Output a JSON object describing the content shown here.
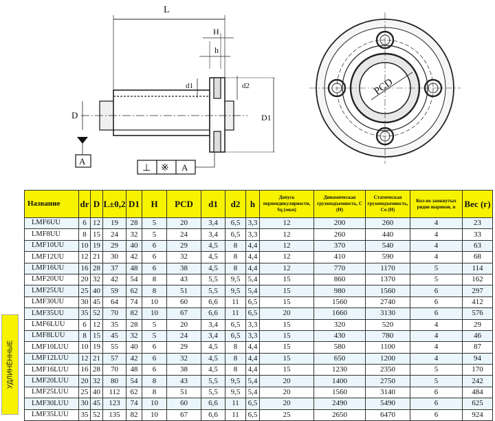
{
  "drawing": {
    "dim_L": "L",
    "dim_H": "H",
    "dim_h": "h",
    "dim_d1": "d1",
    "dim_d2": "d2",
    "dim_D": "D",
    "dim_D1": "D1",
    "pcd_label": "PCD",
    "datum_A": "A",
    "tolerance_perp": "⊥",
    "tolerance_mark": "※",
    "tolerance_datum": "A"
  },
  "side_label": "УДЛИНЁННЫЕ",
  "table": {
    "headers": [
      "Название",
      "dr",
      "D",
      "L±0,2",
      "D1",
      "H",
      "PCD",
      "d1",
      "d2",
      "h",
      "Допуск перпендикулярности, Sq (мкм)",
      "Динамическая грузоподъемность, C (H)",
      "Статическая грузоподъемность, Co (H)",
      "Кол-во замкнутых рядов шариков, n",
      "Вес (г)"
    ],
    "rows": [
      [
        "LMF6UU",
        "6",
        "12",
        "19",
        "28",
        "5",
        "20",
        "3,4",
        "6,5",
        "3,3",
        "12",
        "200",
        "260",
        "4",
        "23"
      ],
      [
        "LMF8UU",
        "8",
        "15",
        "24",
        "32",
        "5",
        "24",
        "3,4",
        "6,5",
        "3,3",
        "12",
        "260",
        "440",
        "4",
        "33"
      ],
      [
        "LMF10UU",
        "10",
        "19",
        "29",
        "40",
        "6",
        "29",
        "4,5",
        "8",
        "4,4",
        "12",
        "370",
        "540",
        "4",
        "63"
      ],
      [
        "LMF12UU",
        "12",
        "21",
        "30",
        "42",
        "6",
        "32",
        "4,5",
        "8",
        "4,4",
        "12",
        "410",
        "590",
        "4",
        "68"
      ],
      [
        "LMF16UU",
        "16",
        "28",
        "37",
        "48",
        "6",
        "38",
        "4,5",
        "8",
        "4,4",
        "12",
        "770",
        "1170",
        "5",
        "114"
      ],
      [
        "LMF20UU",
        "20",
        "32",
        "42",
        "54",
        "8",
        "43",
        "5,5",
        "9,5",
        "5,4",
        "15",
        "860",
        "1370",
        "5",
        "162"
      ],
      [
        "LMF25UU",
        "25",
        "40",
        "59",
        "62",
        "8",
        "51",
        "5,5",
        "9,5",
        "5,4",
        "15",
        "980",
        "1560",
        "6",
        "297"
      ],
      [
        "LMF30UU",
        "30",
        "45",
        "64",
        "74",
        "10",
        "60",
        "6,6",
        "11",
        "6,5",
        "15",
        "1560",
        "2740",
        "6",
        "412"
      ],
      [
        "LMF35UU",
        "35",
        "52",
        "70",
        "82",
        "10",
        "67",
        "6,6",
        "11",
        "6,5",
        "20",
        "1660",
        "3130",
        "6",
        "576"
      ],
      [
        "LMF6LUU",
        "6",
        "12",
        "35",
        "28",
        "5",
        "20",
        "3,4",
        "6,5",
        "3,3",
        "15",
        "320",
        "520",
        "4",
        "29"
      ],
      [
        "LMF8LUU",
        "8",
        "15",
        "45",
        "32",
        "5",
        "24",
        "3,4",
        "6,5",
        "3,3",
        "15",
        "430",
        "780",
        "4",
        "46"
      ],
      [
        "LMF10LUU",
        "10",
        "19",
        "55",
        "40",
        "6",
        "29",
        "4,5",
        "8",
        "4,4",
        "15",
        "580",
        "1100",
        "4",
        "87"
      ],
      [
        "LMF12LUU",
        "12",
        "21",
        "57",
        "42",
        "6",
        "32",
        "4,5",
        "8",
        "4,4",
        "15",
        "650",
        "1200",
        "4",
        "94"
      ],
      [
        "LMF16LUU",
        "16",
        "28",
        "70",
        "48",
        "6",
        "38",
        "4,5",
        "8",
        "4,4",
        "15",
        "1230",
        "2350",
        "5",
        "170"
      ],
      [
        "LMF20LUU",
        "20",
        "32",
        "80",
        "54",
        "8",
        "43",
        "5,5",
        "9,5",
        "5,4",
        "20",
        "1400",
        "2750",
        "5",
        "242"
      ],
      [
        "LMF25LUU",
        "25",
        "40",
        "112",
        "62",
        "8",
        "51",
        "5,5",
        "9,5",
        "5,4",
        "20",
        "1560",
        "3140",
        "6",
        "484"
      ],
      [
        "LMF30LUU",
        "30",
        "45",
        "123",
        "74",
        "10",
        "60",
        "6,6",
        "11",
        "6,5",
        "20",
        "2490",
        "5490",
        "6",
        "625"
      ],
      [
        "LMF35LUU",
        "35",
        "52",
        "135",
        "82",
        "10",
        "67",
        "6,6",
        "11",
        "6,5",
        "25",
        "2650",
        "6470",
        "6",
        "924"
      ]
    ]
  }
}
